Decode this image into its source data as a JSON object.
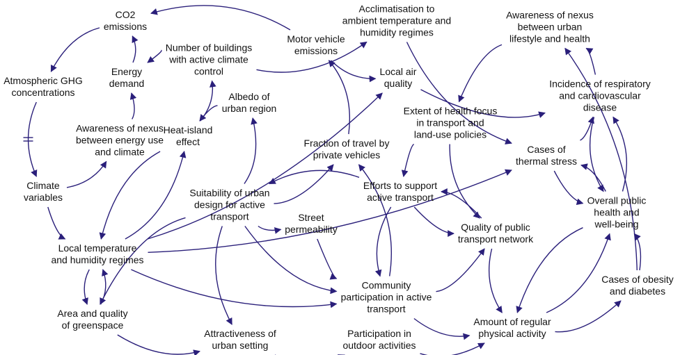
{
  "colors": {
    "edge": "#2a1f7a",
    "text": "#111111",
    "background": "#ffffff"
  },
  "nodes": [
    {
      "id": "co2",
      "lines": [
        "CO2",
        "emissions"
      ]
    },
    {
      "id": "accl",
      "lines": [
        "Acclimatisation to",
        "ambient temperature and",
        "humidity regimes"
      ]
    },
    {
      "id": "aware_health",
      "lines": [
        "Awareness of nexus",
        "between urban",
        "lifestyle and health"
      ]
    },
    {
      "id": "buildings",
      "lines": [
        "Number of buildings",
        "with active climate",
        "control"
      ]
    },
    {
      "id": "motor",
      "lines": [
        "Motor vehicle",
        "emissions"
      ]
    },
    {
      "id": "ghg",
      "lines": [
        "Atmospheric GHG",
        "concentrations"
      ]
    },
    {
      "id": "energy",
      "lines": [
        "Energy",
        "demand"
      ]
    },
    {
      "id": "air",
      "lines": [
        "Local air",
        "quality"
      ]
    },
    {
      "id": "resp",
      "lines": [
        "Incidence of respiratory",
        "and cardiovascular",
        "disease"
      ]
    },
    {
      "id": "albedo",
      "lines": [
        "Albedo of",
        "urban region"
      ]
    },
    {
      "id": "healthfocus",
      "lines": [
        "Extent of health focus",
        "in transport and",
        "land-use policies"
      ]
    },
    {
      "id": "aware_energy",
      "lines": [
        "Awareness of nexus",
        "between energy use",
        "and climate"
      ]
    },
    {
      "id": "heatisland",
      "lines": [
        "Heat-island",
        "effect"
      ]
    },
    {
      "id": "fraction",
      "lines": [
        "Fraction of travel by",
        "private vehicles"
      ]
    },
    {
      "id": "thermal",
      "lines": [
        "Cases of",
        "thermal stress"
      ]
    },
    {
      "id": "climate",
      "lines": [
        "Climate",
        "variables"
      ]
    },
    {
      "id": "suitability",
      "lines": [
        "Suitability of urban",
        "design for active",
        "transport"
      ]
    },
    {
      "id": "efforts",
      "lines": [
        "Efforts to support",
        "active transport"
      ]
    },
    {
      "id": "overall",
      "lines": [
        "Overall public",
        "health and",
        "well-being"
      ]
    },
    {
      "id": "street",
      "lines": [
        "Street",
        "permeability"
      ]
    },
    {
      "id": "pubtrans",
      "lines": [
        "Quality of public",
        "transport network"
      ]
    },
    {
      "id": "localtemp",
      "lines": [
        "Local temperature",
        "and humidity regimes"
      ]
    },
    {
      "id": "community",
      "lines": [
        "Community",
        "participation in active",
        "transport"
      ]
    },
    {
      "id": "obesity",
      "lines": [
        "Cases of obesity",
        "and diabetes"
      ]
    },
    {
      "id": "green",
      "lines": [
        "Area and quality",
        "of greenspace"
      ]
    },
    {
      "id": "physical",
      "lines": [
        "Amount of regular",
        "physical activity"
      ]
    },
    {
      "id": "attract",
      "lines": [
        "Attractiveness of",
        "urban setting"
      ]
    },
    {
      "id": "outdoor",
      "lines": [
        "Participation in",
        "outdoor activities"
      ]
    }
  ],
  "edges": [
    {
      "from": "motor",
      "to": "co2"
    },
    {
      "from": "co2",
      "to": "ghg"
    },
    {
      "from": "energy",
      "to": "co2"
    },
    {
      "from": "buildings",
      "to": "energy"
    },
    {
      "from": "buildings",
      "to": "accl"
    },
    {
      "from": "motor",
      "to": "air"
    },
    {
      "from": "ghg",
      "to": "climate",
      "delay": true
    },
    {
      "from": "climate",
      "to": "localtemp"
    },
    {
      "from": "climate",
      "to": "aware_energy"
    },
    {
      "from": "aware_energy",
      "to": "energy"
    },
    {
      "from": "heatisland",
      "to": "buildings"
    },
    {
      "from": "heatisland",
      "to": "localtemp"
    },
    {
      "from": "albedo",
      "to": "heatisland"
    },
    {
      "from": "suitability",
      "to": "albedo"
    },
    {
      "from": "suitability",
      "to": "fraction"
    },
    {
      "from": "suitability",
      "to": "street"
    },
    {
      "from": "suitability",
      "to": "green"
    },
    {
      "from": "suitability",
      "to": "attract"
    },
    {
      "from": "suitability",
      "to": "community"
    },
    {
      "from": "fraction",
      "to": "motor"
    },
    {
      "from": "air",
      "to": "resp"
    },
    {
      "from": "accl",
      "to": "thermal"
    },
    {
      "from": "aware_health",
      "to": "healthfocus"
    },
    {
      "from": "healthfocus",
      "to": "efforts"
    },
    {
      "from": "healthfocus",
      "to": "pubtrans"
    },
    {
      "from": "efforts",
      "to": "suitability"
    },
    {
      "from": "efforts",
      "to": "pubtrans"
    },
    {
      "from": "efforts",
      "to": "community"
    },
    {
      "from": "pubtrans",
      "to": "efforts"
    },
    {
      "from": "pubtrans",
      "to": "physical"
    },
    {
      "from": "localtemp",
      "to": "heatisland"
    },
    {
      "from": "localtemp",
      "to": "air"
    },
    {
      "from": "localtemp",
      "to": "thermal"
    },
    {
      "from": "localtemp",
      "to": "green"
    },
    {
      "from": "localtemp",
      "to": "community"
    },
    {
      "from": "green",
      "to": "localtemp"
    },
    {
      "from": "green",
      "to": "attract"
    },
    {
      "from": "street",
      "to": "community"
    },
    {
      "from": "community",
      "to": "fraction"
    },
    {
      "from": "community",
      "to": "pubtrans"
    },
    {
      "from": "community",
      "to": "physical"
    },
    {
      "from": "attract",
      "to": "outdoor"
    },
    {
      "from": "outdoor",
      "to": "physical"
    },
    {
      "from": "physical",
      "to": "overall"
    },
    {
      "from": "physical",
      "to": "obesity"
    },
    {
      "from": "thermal",
      "to": "resp"
    },
    {
      "from": "thermal",
      "to": "overall"
    },
    {
      "from": "resp",
      "to": "aware_health"
    },
    {
      "from": "resp",
      "to": "overall"
    },
    {
      "from": "overall",
      "to": "resp"
    },
    {
      "from": "overall",
      "to": "thermal"
    },
    {
      "from": "overall",
      "to": "physical"
    },
    {
      "from": "obesity",
      "to": "overall"
    },
    {
      "from": "obesity",
      "to": "aware_health"
    }
  ]
}
